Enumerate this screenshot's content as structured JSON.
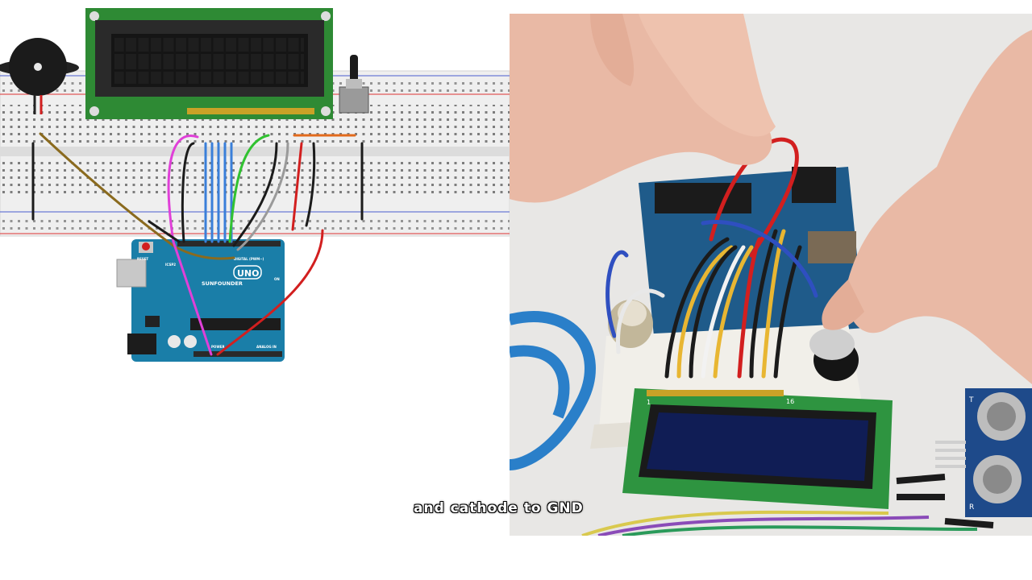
{
  "diagram": {
    "board_brand": "SUNFOUNDER",
    "board_model": "UNO",
    "board_labels": [
      "RESET",
      "ICSP2",
      "DIGITAL (PWM~)",
      "ON",
      "ANALOG IN",
      "POWER"
    ]
  },
  "photo": {
    "lcd_pin_labels": [
      "1",
      "16"
    ],
    "sensor_labels": [
      "T",
      "R"
    ]
  },
  "subtitle": "and cathode to GND",
  "colors": {
    "lcd_green": "#2e8a34",
    "breadboard": "#ececec",
    "arduino_blue": "#1a7ea8",
    "wire_red": "#d21f1f",
    "wire_blue": "#3a7fd9",
    "wire_magenta": "#e040d8",
    "wire_green": "#31c231",
    "wire_olive": "#8a6a1e",
    "wire_orange": "#e26a1c"
  }
}
